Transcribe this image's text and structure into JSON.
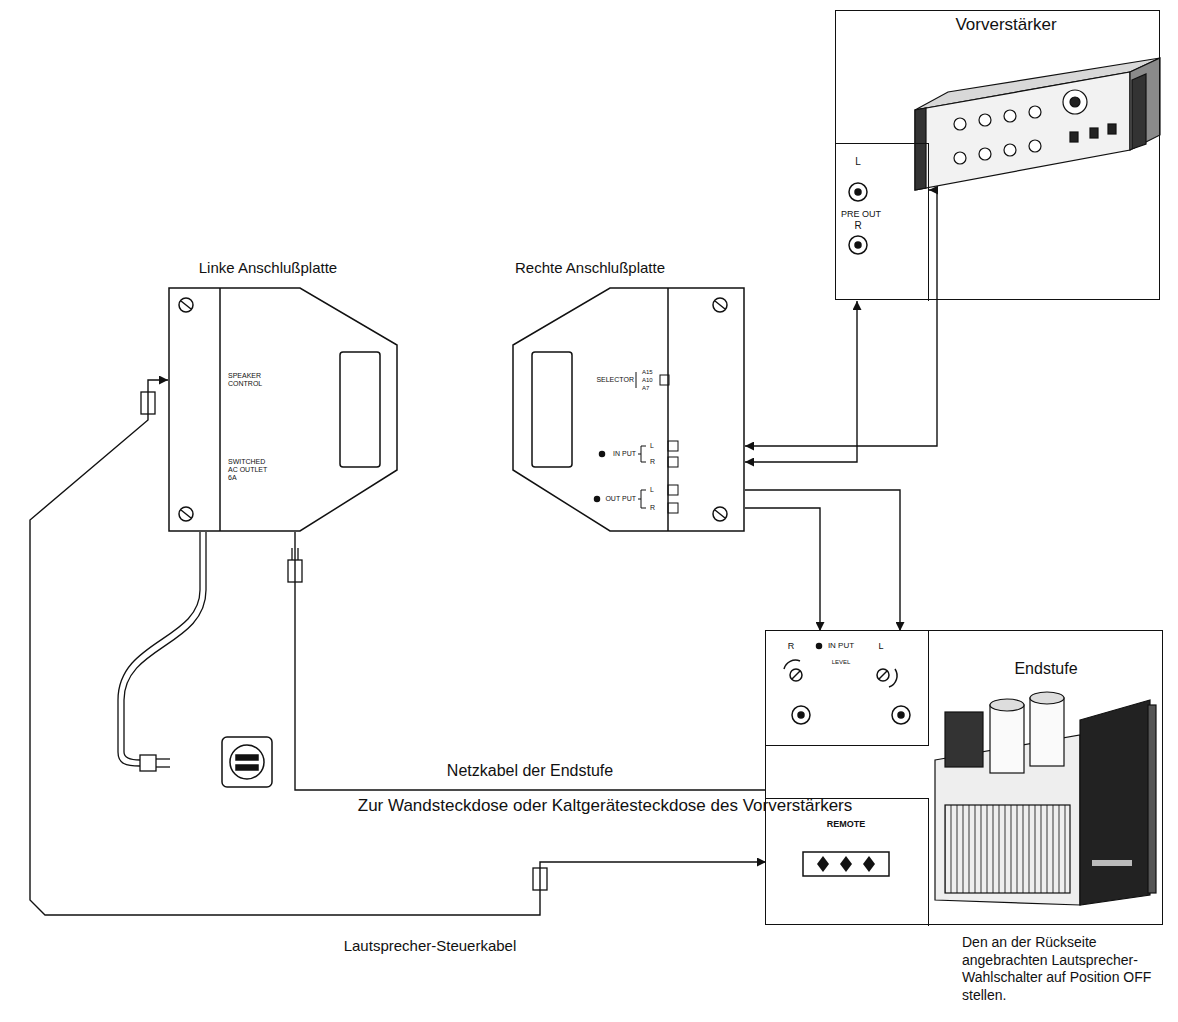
{
  "diagram": {
    "nodes": [
      {
        "text": [
          "Vorverstärker"
        ]
      },
      {
        "text": [
          "L",
          "PRE OUT",
          "R"
        ],
        "in": 0
      },
      {
        "text": [
          "Linke Anschlußplatte",
          "SPEAKER CONTROL",
          "SWITCHED AC OUTLET 6A"
        ]
      },
      {
        "text": [
          "Rechte Anschlußplatte",
          "SELECTOR",
          "A15",
          "A10",
          "A7",
          "IN PUT",
          "L",
          "R",
          "OUT PUT",
          "L",
          "R"
        ]
      },
      {
        "text": [
          "Endstufe"
        ]
      },
      {
        "text": [
          "R",
          "IN PUT",
          "L",
          "LEVEL"
        ],
        "in": 4
      },
      {
        "text": [
          "REMOTE"
        ],
        "in": 4
      }
    ],
    "edges": [
      {
        "from": 1,
        "to": 3,
        "arrow": "both"
      },
      {
        "from": 1,
        "to": 3,
        "arrow": "both"
      },
      {
        "from": 3,
        "to": 5,
        "arrow": "to"
      },
      {
        "from": 3,
        "to": 5,
        "arrow": "to"
      },
      {
        "from": 4,
        "to": 2,
        "arrow": "none",
        "label": "Netzkabel der Endstufe"
      },
      {
        "from": 2,
        "to": 6,
        "arrow": "both",
        "label": "Lautsprecher-Steuerkabel"
      }
    ],
    "labels": [
      "Zur Wandsteckdose oder Kaltgerätesteckdose des Vorverstärkers",
      "Den an der Rückseite angebrachten Lautsprecher-Wahlschalter auf Position OFF stellen."
    ]
  }
}
